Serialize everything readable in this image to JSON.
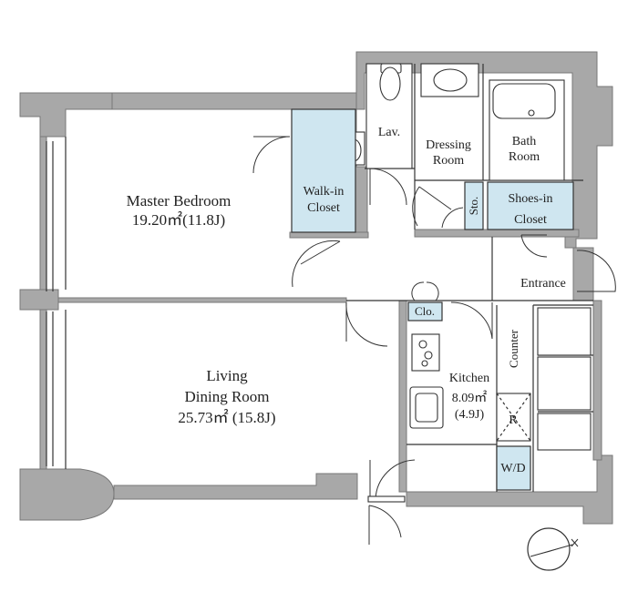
{
  "rooms": {
    "master_bedroom": {
      "name": "Master Bedroom",
      "area": "19.20㎡(11.8J)"
    },
    "walk_in_closet": {
      "line1": "Walk-in",
      "line2": "Closet"
    },
    "lavatory": {
      "name": "Lav."
    },
    "dressing_room": {
      "line1": "Dressing",
      "line2": "Room"
    },
    "bath_room": {
      "line1": "Bath",
      "line2": "Room"
    },
    "storage": {
      "name": "Sto."
    },
    "shoes_in_closet": {
      "line1": "Shoes-in",
      "line2": "Closet"
    },
    "entrance": {
      "name": "Entrance"
    },
    "closet": {
      "name": "Clo."
    },
    "counter": {
      "name": "Counter"
    },
    "kitchen": {
      "name": "Kitchen",
      "area": "8.09㎡",
      "tatami": "(4.9J)"
    },
    "refrigerator": {
      "name": "R"
    },
    "washer_dryer": {
      "name": "W/D"
    },
    "living_dining": {
      "line1": "Living",
      "line2": "Dining Room",
      "area": "25.73㎡ (15.8J)"
    }
  },
  "colors": {
    "closet_fill": "#cfe6f0",
    "wall_fill": "#a8a8a8"
  },
  "compass": {
    "icon": "compass-north-arrow-icon"
  }
}
